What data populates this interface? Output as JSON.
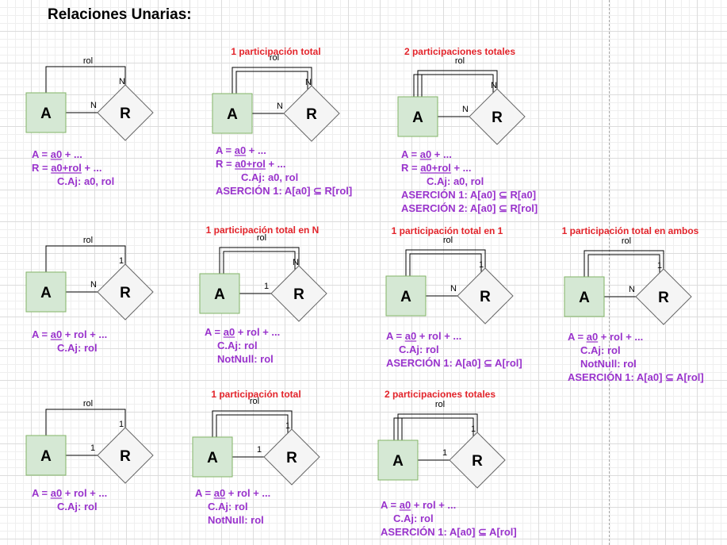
{
  "title": "Relaciones Unarias:",
  "colors": {
    "entity_fill": "#d5e8d4",
    "relation_fill": "#f5f5f5",
    "header": "#e3242b",
    "annotation": "#9933cc"
  },
  "diagrams": [
    {
      "id": "d1",
      "header": "",
      "entity": "A",
      "relation": "R",
      "loop": "rol",
      "card_loop": "N",
      "card_entity": "N",
      "double": 0,
      "lines": [
        {
          "text": "A = a0 + ...",
          "u": "a0"
        },
        {
          "text": "R = a0+rol + ...",
          "u": "a0+rol"
        },
        {
          "text": "C.Aj: a0, rol"
        }
      ]
    },
    {
      "id": "d2",
      "header": "1 participación total",
      "entity": "A",
      "relation": "R",
      "loop": "rol",
      "card_loop": "N",
      "card_entity": "N",
      "double": 1,
      "lines": [
        {
          "text": "A = a0 + ...",
          "u": "a0"
        },
        {
          "text": "R = a0+rol + ...",
          "u": "a0+rol"
        },
        {
          "text": "C.Aj: a0, rol"
        },
        {
          "text": "ASERCIÓN 1: A[a0] ⊆ R[rol]"
        }
      ]
    },
    {
      "id": "d3",
      "header": "2 participaciones totales",
      "entity": "A",
      "relation": "R",
      "loop": "rol",
      "card_loop": "N",
      "card_entity": "N",
      "double": 2,
      "lines": [
        {
          "text": "A = a0 + ...",
          "u": "a0"
        },
        {
          "text": "R = a0+rol + ...",
          "u": "a0+rol"
        },
        {
          "text": "C.Aj: a0, rol"
        },
        {
          "text": "ASERCIÓN 1: A[a0] ⊆ R[a0]"
        },
        {
          "text": "ASERCIÓN 2: A[a0] ⊆ R[rol]"
        }
      ]
    },
    {
      "id": "d4",
      "header": "",
      "entity": "A",
      "relation": "R",
      "loop": "rol",
      "card_loop": "1",
      "card_entity": "N",
      "double": 0,
      "lines": [
        {
          "text": "A = a0 + rol + ...",
          "u": "a0"
        },
        {
          "text": "C.Aj: rol"
        }
      ]
    },
    {
      "id": "d5",
      "header": "1 participación total en N",
      "entity": "A",
      "relation": "R",
      "loop": "rol",
      "card_loop": "N",
      "card_entity": "1",
      "double": 1,
      "lines": [
        {
          "text": "A = a0 + rol + ...",
          "u": "a0"
        },
        {
          "text": "C.Aj: rol"
        },
        {
          "text": "NotNull: rol"
        }
      ]
    },
    {
      "id": "d6",
      "header": "1 participación total en 1",
      "entity": "A",
      "relation": "R",
      "loop": "rol",
      "card_loop": "1",
      "card_entity": "N",
      "double": 1,
      "lines": [
        {
          "text": "A = a0 + rol + ...",
          "u": "a0"
        },
        {
          "text": "C.Aj: rol"
        },
        {
          "text": "ASERCIÓN 1: A[a0] ⊆ A[rol]"
        }
      ]
    },
    {
      "id": "d7",
      "header": "1 participación total en ambos",
      "entity": "A",
      "relation": "R",
      "loop": "rol",
      "card_loop": "1",
      "card_entity": "N",
      "double": 1,
      "lines": [
        {
          "text": "A = a0 + rol + ...",
          "u": "a0"
        },
        {
          "text": "C.Aj: rol"
        },
        {
          "text": "NotNull: rol"
        },
        {
          "text": "ASERCIÓN 1: A[a0] ⊆ A[rol]"
        }
      ]
    },
    {
      "id": "d8",
      "header": "",
      "entity": "A",
      "relation": "R",
      "loop": "rol",
      "card_loop": "1",
      "card_entity": "1",
      "double": 0,
      "lines": [
        {
          "text": "A = a0 + rol + ...",
          "u": "a0"
        },
        {
          "text": "C.Aj: rol"
        }
      ]
    },
    {
      "id": "d9",
      "header": "1 participación total",
      "entity": "A",
      "relation": "R",
      "loop": "rol",
      "card_loop": "1",
      "card_entity": "1",
      "double": 1,
      "lines": [
        {
          "text": "A = a0 + rol + ...",
          "u": "a0"
        },
        {
          "text": "C.Aj: rol"
        },
        {
          "text": "NotNull: rol"
        }
      ]
    },
    {
      "id": "d10",
      "header": "2 participaciones totales",
      "entity": "A",
      "relation": "R",
      "loop": "rol",
      "card_loop": "1",
      "card_entity": "1",
      "double": 2,
      "lines": [
        {
          "text": "A = a0 + rol + ...",
          "u": "a0"
        },
        {
          "text": "C.Aj: rol"
        },
        {
          "text": "ASERCIÓN 1: A[a0] ⊆ A[rol]"
        }
      ]
    }
  ]
}
